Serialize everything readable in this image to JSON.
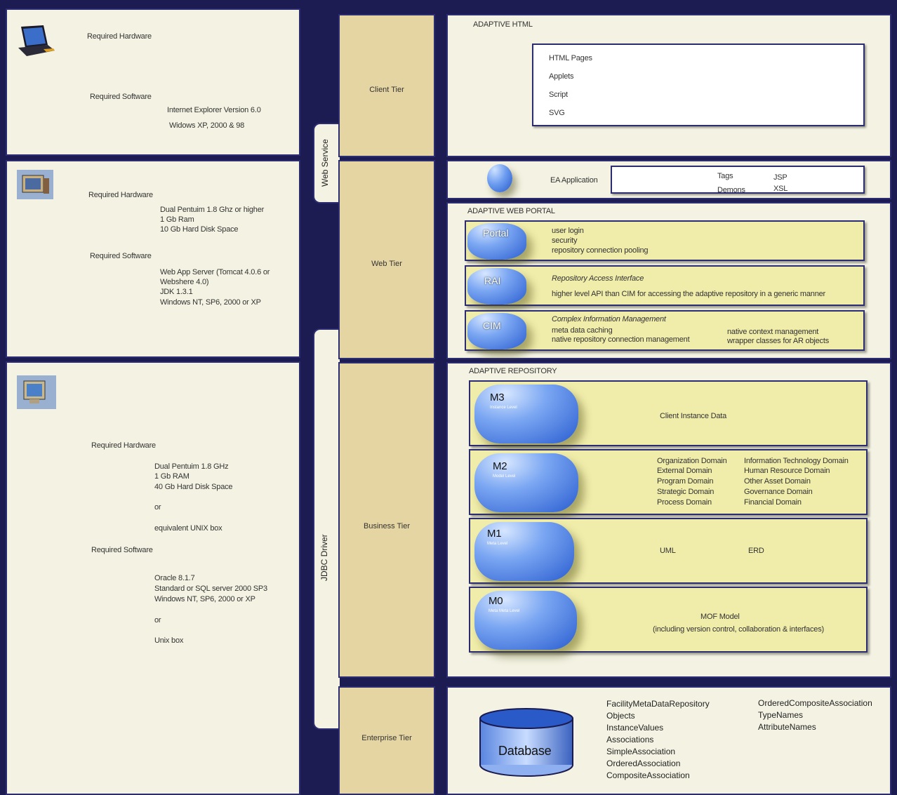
{
  "left": {
    "client": {
      "hw_label": "Required Hardware",
      "sw_label": "Required Software",
      "sw1": "Internet Explorer Version 6.0",
      "sw2": "Widows XP, 2000 & 98"
    },
    "web": {
      "hw_label": "Required Hardware",
      "hw1": "Dual Pentuim 1.8 Ghz or higher",
      "hw2": "1 Gb Ram",
      "hw3": "10 Gb Hard Disk Space",
      "sw_label": "Required Software",
      "sw1": "Web App Server (Tomcat 4.0.6 or",
      "sw2": "Webshere 4.0)",
      "sw3": "JDK 1.3.1",
      "sw4": "Windows NT, SP6, 2000 or XP"
    },
    "server": {
      "hw_label": "Required Hardware",
      "hw1": "Dual Pentuim 1.8 GHz",
      "hw2": "1 Gb RAM",
      "hw3": "40 Gb Hard Disk Space",
      "or1": "or",
      "alt": "equivalent UNIX box",
      "sw_label": "Required Software",
      "sw1": "Oracle 8.1.7",
      "sw2": "Standard or SQL server 2000 SP3",
      "sw3": "Windows NT, SP6, 2000 or XP",
      "or2": "or",
      "sw4": "Unix box"
    }
  },
  "middle": {
    "web_service": "Web Service",
    "jdbc_driver": "JDBC Driver",
    "client_tier": "Client Tier",
    "web_tier": "Web Tier",
    "business_tier": "Business Tier",
    "enterprise_tier": "Enterprise Tier"
  },
  "right": {
    "adaptive_html": {
      "title": "ADAPTIVE HTML",
      "items": [
        "HTML Pages",
        "Applets",
        "Script",
        "SVG"
      ]
    },
    "ea_app": {
      "label": "EA Application",
      "tags": "Tags",
      "jsp": "JSP",
      "demons": "Demons",
      "xsl": "XSL"
    },
    "portal": {
      "title": "ADAPTIVE WEB PORTAL",
      "portal_label": "Portal",
      "portal_lines": [
        "user login",
        "security",
        "repository connection pooling"
      ],
      "rai_label": "RAI",
      "rai_title": "Repository Access Interface",
      "rai_desc": "higher level API than CIM for accessing the adaptive repository in a generic manner",
      "cim_label": "CIM",
      "cim_title": "Complex Information Management",
      "cim_left": [
        "meta data caching",
        "native repository connection management"
      ],
      "cim_right": [
        "native context management",
        "wrapper classes for AR objects"
      ]
    },
    "repository": {
      "title": "ADAPTIVE REPOSITORY",
      "m3": {
        "label": "M3",
        "sub": "Instance Level",
        "text": "Client Instance Data"
      },
      "m2": {
        "label": "M2",
        "sub": "Model Level",
        "left": [
          "Organization Domain",
          "External Domain",
          "Program Domain",
          "Strategic Domain",
          "Process Domain"
        ],
        "right": [
          "Information Technology Domain",
          "Human Resource Domain",
          "Other Asset Domain",
          "Governance Domain",
          "Financial Domain"
        ]
      },
      "m1": {
        "label": "M1",
        "sub": "Meta Level",
        "uml": "UML",
        "erd": "ERD"
      },
      "m0": {
        "label": "M0",
        "sub": "Meta Meta Level",
        "line1": "MOF Model",
        "line2": "(including  version control, collaboration & interfaces)"
      }
    },
    "database": {
      "label": "Database",
      "left": [
        "FacilityMetaDataRepository",
        "Objects",
        "InstanceValues",
        "Associations",
        "SimpleAssociation",
        "OrderedAssociation",
        "CompositeAssociation"
      ],
      "right": [
        "OrderedCompositeAssociation",
        "TypeNames",
        "AttributeNames"
      ]
    }
  }
}
